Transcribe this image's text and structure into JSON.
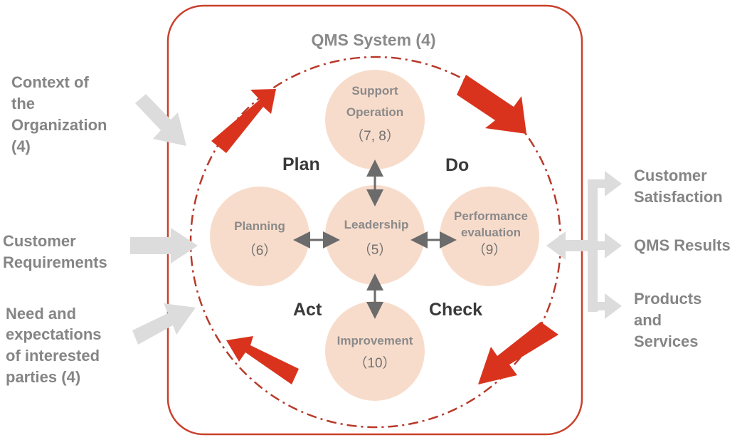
{
  "title": "QMS System (4)",
  "colors": {
    "frame": "#c9412c",
    "arrow_red": "#d9331d",
    "circle_fill": "#f8dccb",
    "gray_arrow": "#dcdcdc",
    "text_gray": "#858585"
  },
  "inputs": {
    "context": [
      "Context of",
      "the",
      "Organization",
      "(4)"
    ],
    "requirements": [
      "Customer",
      "Requirements"
    ],
    "needs": [
      "Need and",
      "expectations",
      "of interested",
      "parties (4)"
    ]
  },
  "outputs": {
    "satisfaction": [
      "Customer",
      "Satisfaction"
    ],
    "results": [
      "QMS Results"
    ],
    "products": [
      "Products",
      "and",
      "Services"
    ]
  },
  "phases": {
    "plan": "Plan",
    "do": "Do",
    "act": "Act",
    "check": "Check"
  },
  "circles": {
    "support": {
      "label1": "Support",
      "label2": "Operation",
      "num": "（7, 8）"
    },
    "leadership": {
      "label": "Leadership",
      "num": "（5）"
    },
    "planning": {
      "label": "Planning",
      "num": "（6）"
    },
    "performance": {
      "label1": "Performance",
      "label2": "evaluation",
      "num": "（9）"
    },
    "improvement": {
      "label": "Improvement",
      "num": "（10）"
    }
  }
}
